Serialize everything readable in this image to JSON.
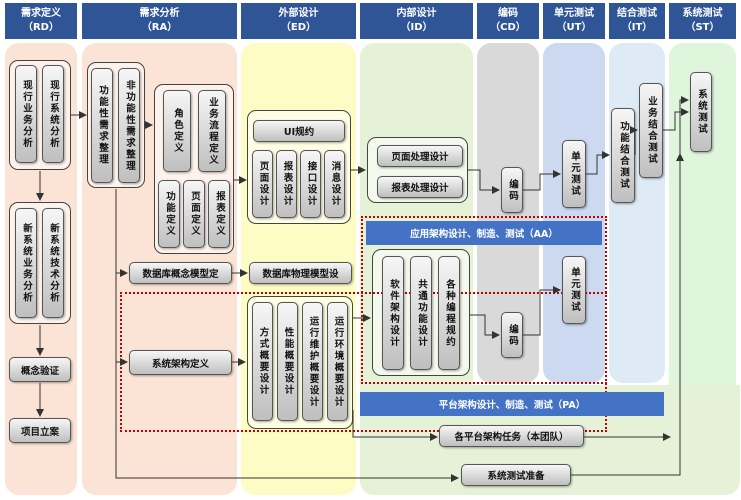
{
  "headers": [
    {
      "title": "需求定义",
      "code": "（RD）"
    },
    {
      "title": "需求分析",
      "code": "（RA）"
    },
    {
      "title": "外部设计",
      "code": "（ED）"
    },
    {
      "title": "内部设计",
      "code": "（ID）"
    },
    {
      "title": "编码",
      "code": "（CD）"
    },
    {
      "title": "单元测试",
      "code": "（UT）"
    },
    {
      "title": "结合测试",
      "code": "（IT）"
    },
    {
      "title": "系统测试",
      "code": "（ST）"
    }
  ],
  "rd": {
    "current_biz": "现行业务分析",
    "current_sys": "现行系统分析",
    "new_biz": "新系统业务分析",
    "new_tech": "新系统技术分析",
    "concept": "概念验证",
    "project": "项目立案"
  },
  "ra": {
    "functional": "功能性需求整理",
    "nonfunctional": "非功能性需求整理",
    "role": "角色定义",
    "flow": "业务流程定义",
    "func_def": "功能定义",
    "page_def": "页面定义",
    "report_def": "报表定义",
    "db_concept": "数据库概念模型定",
    "sys_arch": "系统架构定义"
  },
  "ed": {
    "ui": "UI规约",
    "page": "页面设计",
    "report": "报表设计",
    "interface": "接口设计",
    "message": "消息设计",
    "db_physical": "数据库物理模型设",
    "mode": "方式概要设计",
    "perf": "性能概要设计",
    "ops": "运行维护概要设计",
    "env": "运行环境概要设计"
  },
  "id": {
    "page_proc": "页面处理设计",
    "report_proc": "报表处理设计",
    "aa": "应用架构设计、制造、测试（AA）",
    "sw_arch": "软件架构设计",
    "common": "共通功能设计",
    "coding_std": "各种编程规约",
    "pa": "平台架构设计、制造、测试（PA）",
    "platform_task": "各平台架构任务（本团队）",
    "sys_test_prep": "系统测试准备"
  },
  "cd": {
    "coding": "编码"
  },
  "ut": {
    "unit": "单元测试"
  },
  "it": {
    "func_int": "功能结合测试",
    "biz_int": "业务结合测试"
  },
  "st": {
    "sys_test": "系统测试"
  },
  "colors": {
    "header": "#2f5597",
    "rd": "#fbe3d6",
    "ra": "#fbe3d6",
    "ed": "#fdfcc4",
    "id": "#e6f2d8",
    "cd": "#d9d9d9",
    "ut": "#cdd9f1",
    "it": "#deebf7",
    "st": "#dff5dc",
    "bar": "#4472c4",
    "dashed": "#c00000"
  }
}
